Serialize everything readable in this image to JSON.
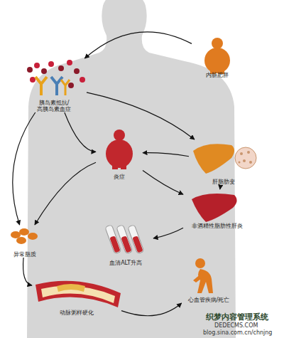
{
  "diagram": {
    "nodes": [
      {
        "text": [
          "内脏肥胖"
        ]
      },
      {
        "text": [
          "胰岛素抵抗/ 高胰岛素血症"
        ]
      },
      {
        "text": [
          "炎症"
        ]
      },
      {
        "text": [
          "肝脂肪变"
        ]
      },
      {
        "text": [
          "非酒精性脂肪性肝炎"
        ]
      },
      {
        "text": [
          "血清ALT升高"
        ]
      },
      {
        "text": [
          "异常脂质"
        ]
      },
      {
        "text": [
          "心血管疾病/死亡"
        ]
      },
      {
        "text": [
          "动脉粥样硬化"
        ]
      }
    ],
    "edges": [
      {
        "from": 0,
        "to": 1,
        "arrow": "to"
      },
      {
        "from": 1,
        "to": 6,
        "arrow": "to"
      },
      {
        "from": 1,
        "to": 2,
        "arrow": "to"
      },
      {
        "from": 1,
        "to": 3,
        "arrow": "to"
      },
      {
        "from": 3,
        "to": 2,
        "arrow": "to"
      },
      {
        "from": 2,
        "to": 4,
        "arrow": "to"
      },
      {
        "from": 2,
        "to": 6,
        "arrow": "to"
      },
      {
        "from": 3,
        "to": 4,
        "arrow": "to"
      },
      {
        "from": 4,
        "to": 5,
        "arrow": "to"
      },
      {
        "from": 6,
        "to": 8,
        "arrow": "to"
      },
      {
        "from": 8,
        "to": 7,
        "arrow": "to"
      }
    ],
    "labels": [
      "织梦内容管理系统",
      "DEDECMS.COM",
      "blog.sina.com.cn/chnjng"
    ]
  }
}
